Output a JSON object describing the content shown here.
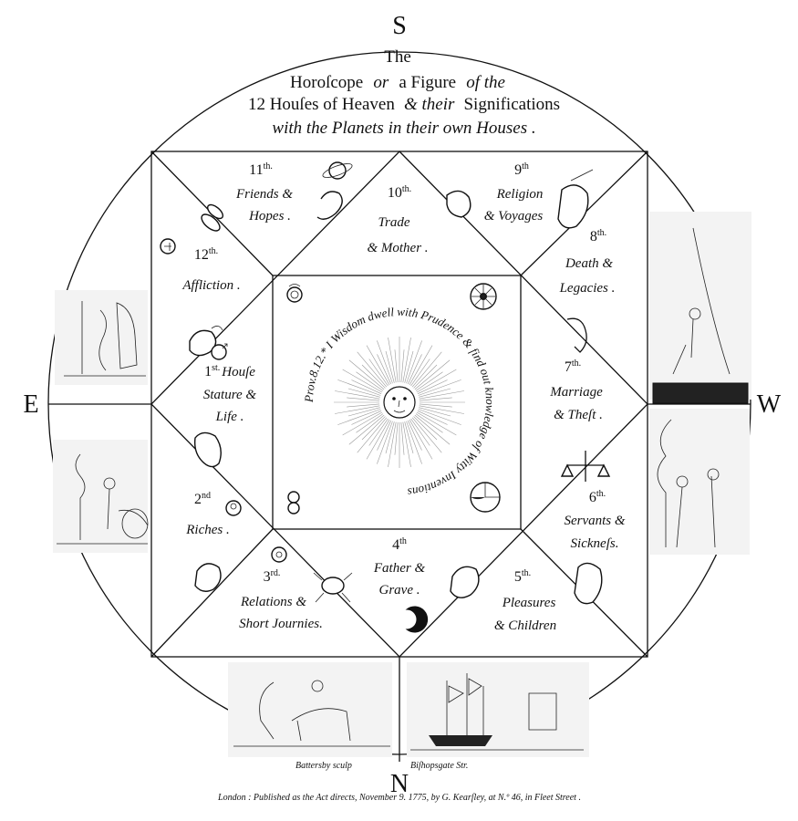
{
  "compass": {
    "south": "S",
    "north": "N",
    "east": "E",
    "west": "W"
  },
  "title": {
    "line1": "The",
    "line2a": "Horoſcope",
    "line2b": "or",
    "line2c": "a Figure",
    "line2d": "of the",
    "line3a": "12 Houſes of Heaven",
    "line3b": "& their",
    "line3c": "Significations",
    "line4": "with the Planets in their own Houses ."
  },
  "houses": [
    {
      "num": "1",
      "sup": "st.",
      "extra": "Houſe",
      "line1": "Stature &",
      "line2": "Life ."
    },
    {
      "num": "2",
      "sup": "nd",
      "line1": "Riches ."
    },
    {
      "num": "3",
      "sup": "rd.",
      "line1": "Relations &",
      "line2": "Short Journies."
    },
    {
      "num": "4",
      "sup": "th",
      "line1": "Father &",
      "line2": "Grave ."
    },
    {
      "num": "5",
      "sup": "th.",
      "line1": "Pleasures",
      "line2": "& Children"
    },
    {
      "num": "6",
      "sup": "th.",
      "line1": "Servants &",
      "line2": "Sickneſs."
    },
    {
      "num": "7",
      "sup": "th.",
      "line1": "Marriage",
      "line2": "& Theſt ."
    },
    {
      "num": "8",
      "sup": "th.",
      "line1": "Death &",
      "line2": "Legacies ."
    },
    {
      "num": "9",
      "sup": "th",
      "line1": "Religion",
      "line2": "& Voyages"
    },
    {
      "num": "10",
      "sup": "th.",
      "line1": "Trade",
      "line2": "& Mother ."
    },
    {
      "num": "11",
      "sup": "th.",
      "line1": "Friends &",
      "line2": "Hopes ."
    },
    {
      "num": "12",
      "sup": "th.",
      "line1": "Affliction ."
    }
  ],
  "motto": "Prov.8.12.* I Wisdom dwell with Prudence & find out knowledge of Witty Inventions",
  "credits": {
    "engraver": "Battersby sculp",
    "street": "Biſhopsgate Str."
  },
  "footer": "London : Published as the Act directs, November 9. 1775, by G. Kearſley, at N.º 46, in Fleet Street ."
}
